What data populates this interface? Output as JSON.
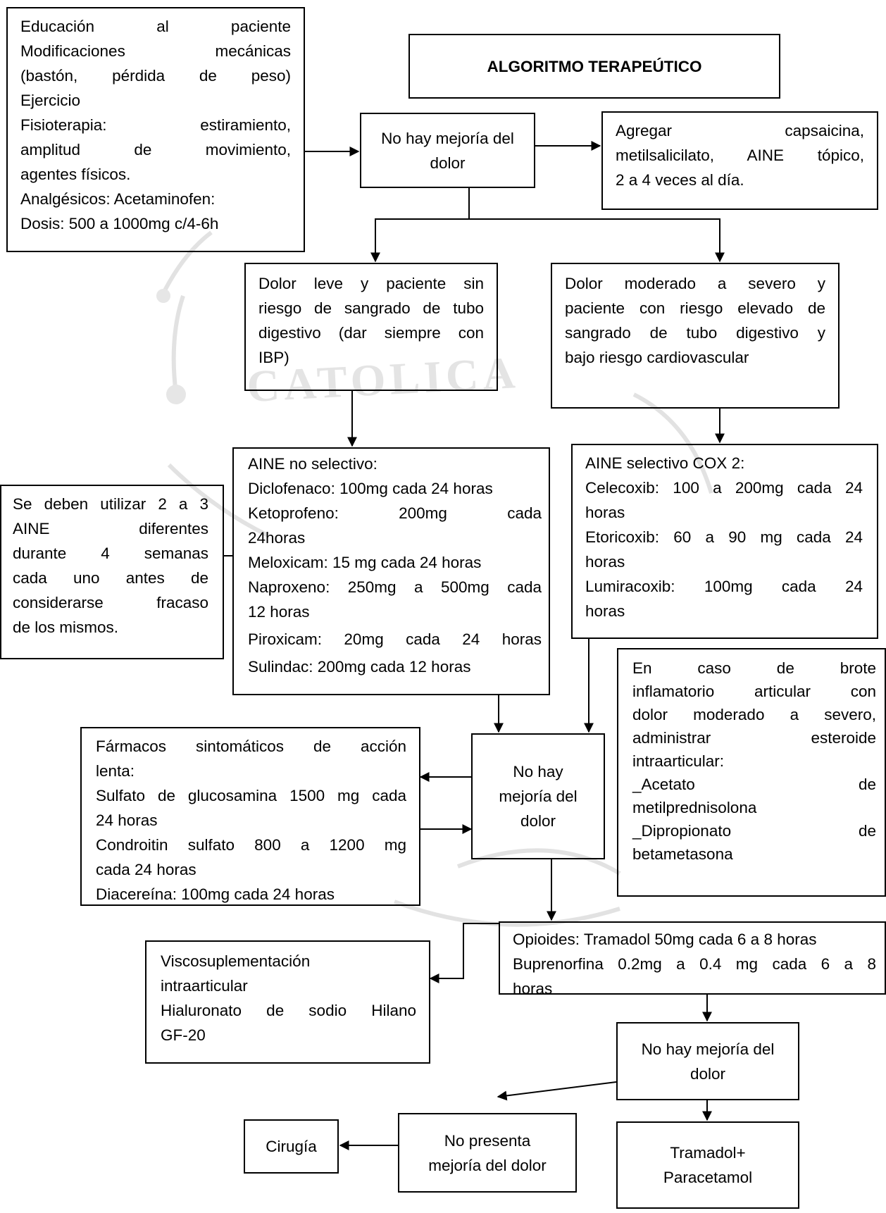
{
  "title": "ALGORITMO TERAPEÚTICO",
  "nodes": {
    "initial": [
      "Educación al paciente",
      "Modificaciones mecánicas",
      "(bastón, pérdida de peso)",
      "Ejercicio",
      "Fisioterapia: estiramiento,",
      "amplitud de movimiento,",
      "agentes físicos.",
      "Analgésicos: Acetaminofen:",
      "Dosis: 500 a 1000mg c/4-6h"
    ],
    "no_mejoria_1": "No hay mejoría del dolor",
    "topico": [
      "Agregar capsaicina,",
      "metilsalicilato, AINE tópico,",
      "2 a 4 veces al día."
    ],
    "dolor_leve": [
      "Dolor leve y paciente sin",
      "riesgo de sangrado de tubo",
      "digestivo (dar siempre con",
      "IBP)"
    ],
    "dolor_moderado": [
      "Dolor moderado a severo y",
      "paciente con riesgo elevado de",
      "sangrado de tubo digestivo y",
      "bajo riesgo cardiovascular"
    ],
    "aine_no_selectivo": [
      "AINE no selectivo:",
      "Diclofenaco: 100mg cada 24 horas",
      "Ketoprofeno: 200mg cada",
      "24horas",
      "Meloxicam: 15 mg cada 24 horas",
      "Naproxeno: 250mg a 500mg cada",
      "12 horas",
      "Piroxicam: 20mg cada 24 horas",
      "Sulindac: 200mg cada 12 horas"
    ],
    "aine_nota": [
      "Se deben utilizar 2 a 3",
      "AINE diferentes",
      "durante 4 semanas",
      "cada uno antes de",
      "considerarse fracaso",
      "de los mismos."
    ],
    "aine_selectivo": [
      "AINE selectivo COX 2:",
      "Celecoxib: 100 a 200mg cada 24",
      "horas",
      "Etoricoxib: 60 a 90 mg cada 24",
      "horas",
      "Lumiracoxib: 100mg cada 24",
      "horas"
    ],
    "brote": [
      "En caso de brote",
      "inflamatorio articular con",
      "dolor moderado a severo,",
      "administrar esteroide",
      "intraarticular:",
      "_Acetato de",
      "metilprednisolona",
      "_Dipropionato de",
      "betametasona"
    ],
    "farmacos_lentos": [
      "Fármacos sintomáticos de acción",
      "lenta:",
      "Sulfato de glucosamina 1500 mg cada",
      "24 horas",
      "Condroitin sulfato 800 a 1200 mg",
      "cada 24 horas",
      "Diacereína: 100mg cada 24 horas"
    ],
    "no_mejoria_2": [
      "No hay",
      "mejoría del",
      "dolor"
    ],
    "opioides": [
      "Opioides: Tramadol 50mg cada 6 a 8 horas",
      "Buprenorfina 0.2mg a 0.4 mg cada 6 a 8",
      "horas"
    ],
    "visco": [
      "Viscosuplementación",
      "intraarticular",
      "Hialuronato de sodio Hilano",
      "GF-20"
    ],
    "no_mejoria_3": [
      "No hay mejoría del",
      "dolor"
    ],
    "no_presenta": [
      "No presenta",
      "mejoría del dolor"
    ],
    "cirugia": "Cirugía",
    "tramadol": [
      "Tramadol+",
      "Paracetamol"
    ]
  },
  "watermark": {
    "text": "CATOLICA",
    "color": "#d9d9d9"
  }
}
